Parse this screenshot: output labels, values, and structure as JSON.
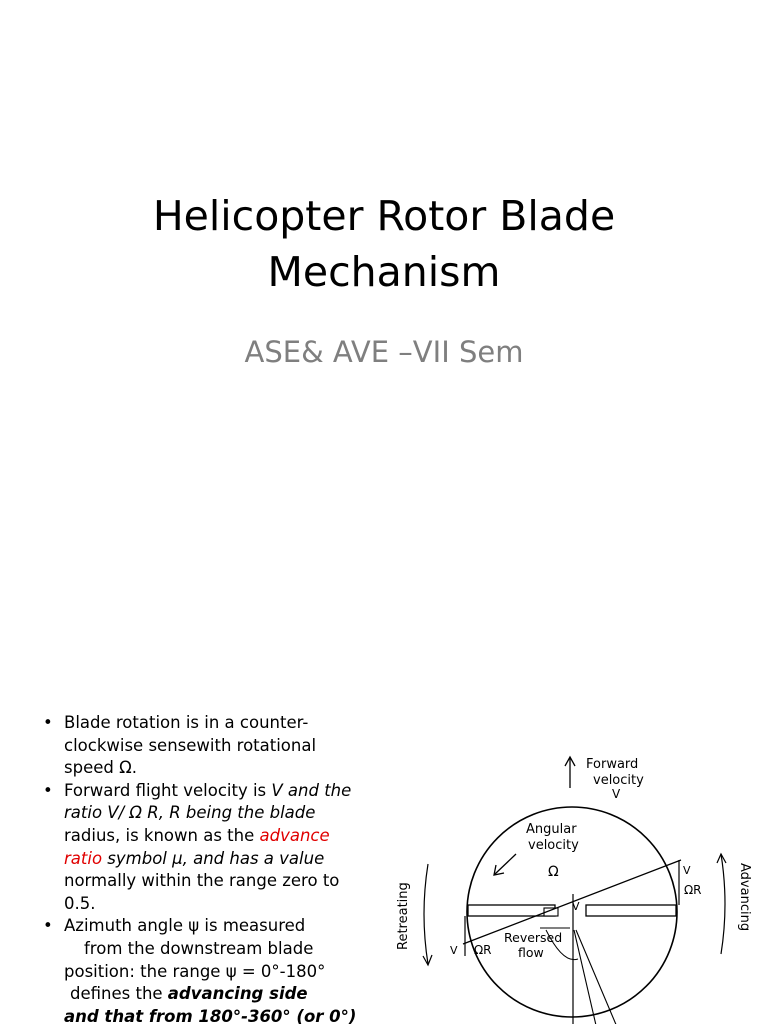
{
  "slide1": {
    "title_line1": "Helicopter Rotor Blade",
    "title_line2": "Mechanism",
    "subtitle": "ASE& AVE –VII Sem"
  },
  "slide2": {
    "bullet1": {
      "text": "Blade rotation is in a counter-clockwise sensewith rotational speed Ω."
    },
    "bullet2": {
      "t1": "Forward flight velocity is ",
      "t2": "V and the ratio V/ Ω R, R  being the blade",
      "t3": " radius, is known as the ",
      "t4": "advance ratio",
      "t5": " symbol μ, and has a value",
      "t6": " normally within the range zero to 0.5."
    },
    "bullet3": {
      "l1": " Azimuth angle ψ is measured",
      "l2": "from the downstream blade",
      "l3": "position: the range ψ = 0°-180°",
      "l4a": "defines the ",
      "l4b": "advancing side",
      "l5": "and that from 180°-360° (or 0°)"
    }
  },
  "diagram": {
    "forward_velocity_1": "Forward",
    "forward_velocity_2": "velocity",
    "forward_velocity_v": "V",
    "angular_velocity_1": "Angular",
    "angular_velocity_2": "velocity",
    "omega_label": "Ω",
    "omega_r_right": "ΩR",
    "v_right": "V",
    "v_center": "V",
    "v_left": "V",
    "omega_r_left": "ΩR",
    "reversed_flow_1": "Reversed",
    "reversed_flow_2": "flow",
    "retreating": "Retreating",
    "advancing": "Advancing"
  }
}
